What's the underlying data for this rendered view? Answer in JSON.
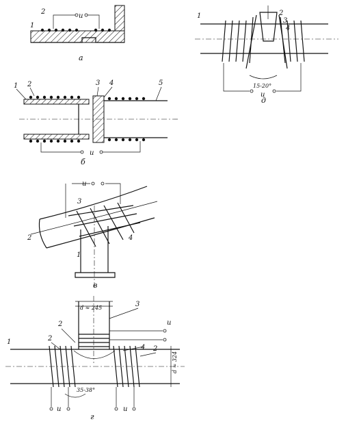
{
  "fig_a": {
    "caption": "а",
    "labels": {
      "n1": "1",
      "n2": "2",
      "voltage": "u"
    }
  },
  "fig_b": {
    "caption": "б",
    "labels": {
      "n1": "1",
      "n2": "2",
      "n3": "3",
      "n4": "4",
      "n5": "5",
      "voltage": "u"
    }
  },
  "fig_v": {
    "caption": "в",
    "labels": {
      "n1": "1",
      "n2": "2",
      "n3": "3",
      "n4": "4",
      "voltage": "u"
    }
  },
  "fig_g": {
    "caption": "г",
    "labels": {
      "n1": "1",
      "n2a": "2",
      "n2b": "2",
      "n2c": "2",
      "n3": "3",
      "n4": "4",
      "voltage_top": "u",
      "voltage_left": "u",
      "voltage_right": "u",
      "angle": "35-38°",
      "dim_top": "d ≈ 245",
      "dim_side": "d ≈ 324"
    }
  },
  "fig_d": {
    "caption": "д",
    "labels": {
      "n1": "1",
      "n2": "2",
      "n3": "3",
      "n4": "4",
      "angle": "15-20°",
      "voltage": "u"
    }
  }
}
